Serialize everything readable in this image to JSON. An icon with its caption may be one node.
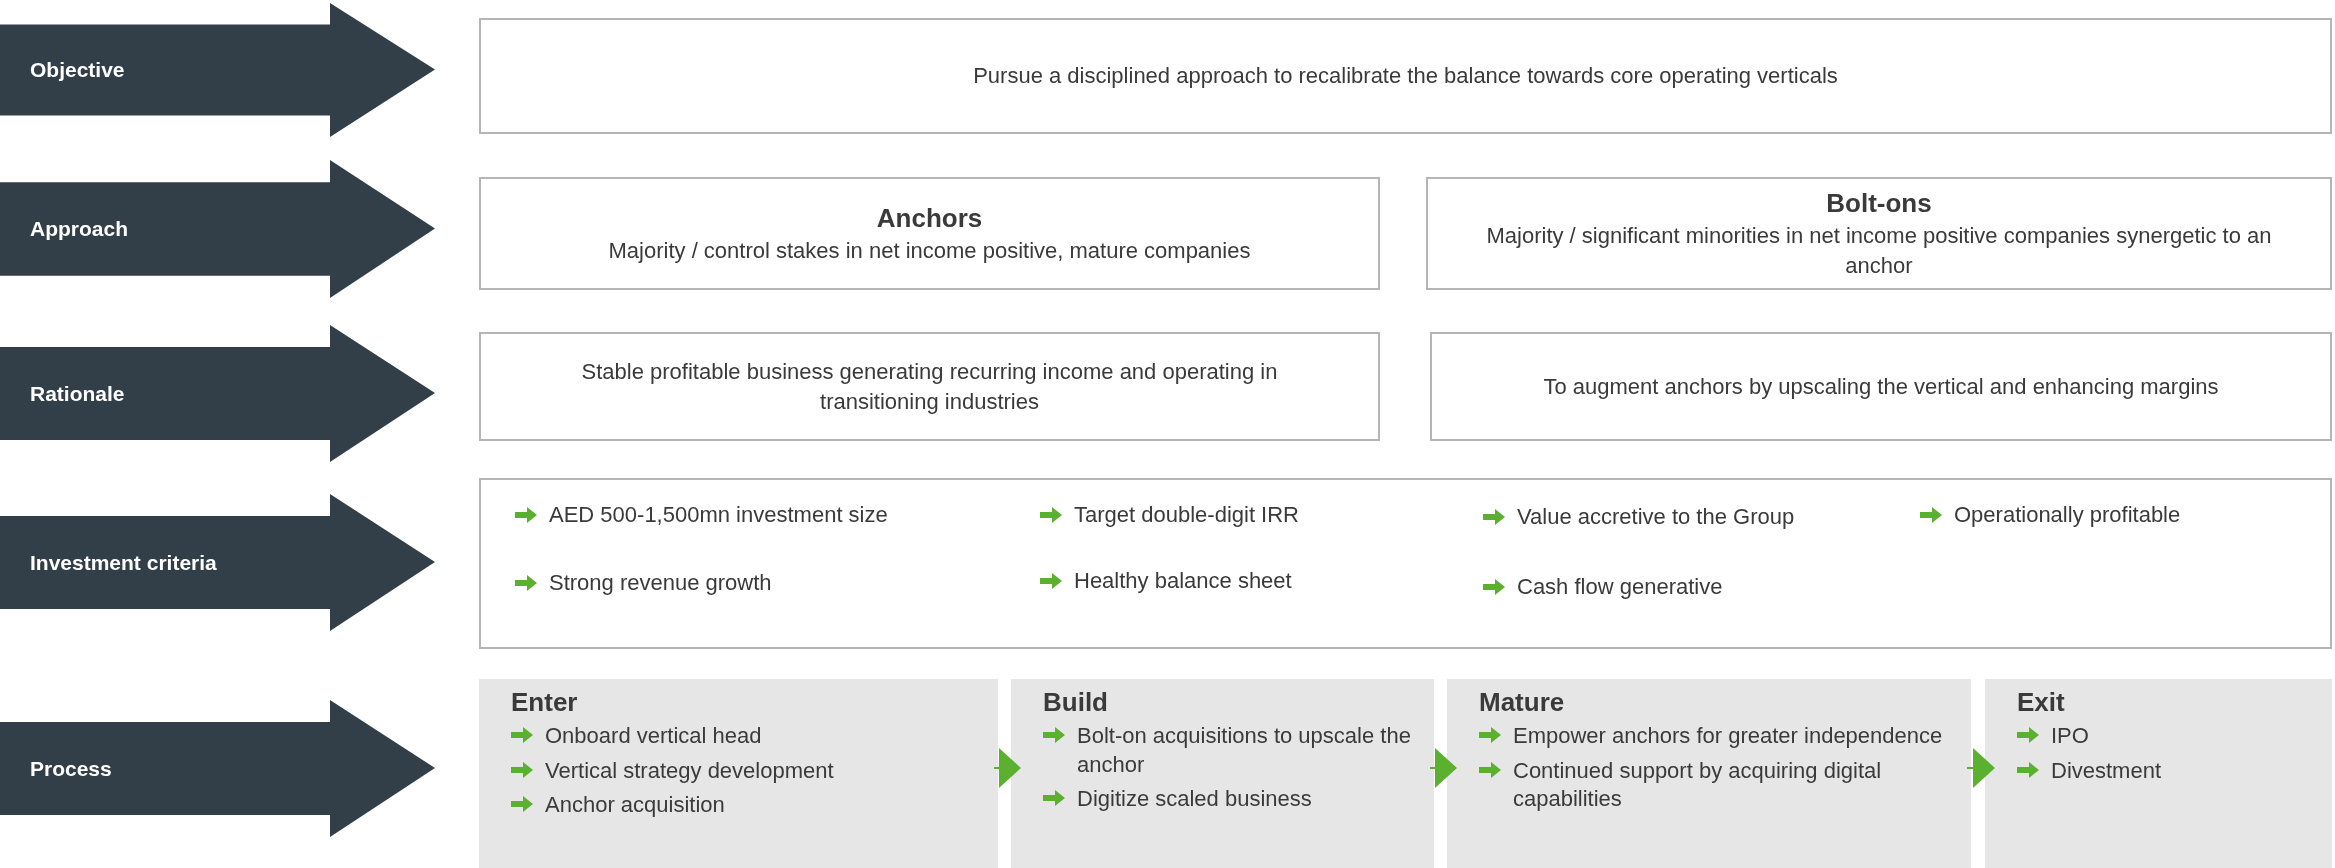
{
  "diagram": {
    "nodes": [
      {
        "text": [
          "Objective"
        ]
      },
      {
        "text": [
          "Pursue a disciplined approach to recalibrate the balance towards core operating verticals"
        ]
      },
      {
        "text": [
          "Approach"
        ]
      },
      {
        "text": [
          "Anchors",
          "Majority / control stakes in net income positive, mature companies"
        ]
      },
      {
        "text": [
          "Bolt-ons",
          "Majority / significant minorities in net income positive companies synergetic to an anchor"
        ]
      },
      {
        "text": [
          "Rationale"
        ]
      },
      {
        "text": [
          "Stable profitable business generating recurring income and operating in transitioning industries"
        ]
      },
      {
        "text": [
          "To augment anchors by upscaling the vertical and enhancing margins"
        ]
      },
      {
        "text": [
          "Investment criteria"
        ]
      },
      {
        "text": [
          "AED 500-1,500mn investment size",
          "Target double-digit IRR",
          "Value accretive to the Group",
          "Operationally profitable",
          "Strong revenue growth",
          "Healthy balance sheet",
          "Cash flow generative"
        ]
      },
      {
        "text": [
          "Process"
        ]
      },
      {
        "text": [
          "Enter",
          "Onboard vertical head",
          "Vertical strategy development",
          "Anchor acquisition"
        ]
      },
      {
        "text": [
          "Build",
          "Bolt-on acquisitions to upscale the anchor",
          "Digitize scaled business"
        ]
      },
      {
        "text": [
          "Mature",
          "Empower anchors for greater independence",
          "Continued support by acquiring digital capabilities"
        ]
      },
      {
        "text": [
          "Exit",
          "IPO",
          "Divestment"
        ]
      }
    ],
    "edges": [
      {
        "from": 11,
        "to": 12,
        "arrow": "to"
      },
      {
        "from": 12,
        "to": 13,
        "arrow": "to"
      },
      {
        "from": 13,
        "to": 14,
        "arrow": "to"
      }
    ]
  }
}
